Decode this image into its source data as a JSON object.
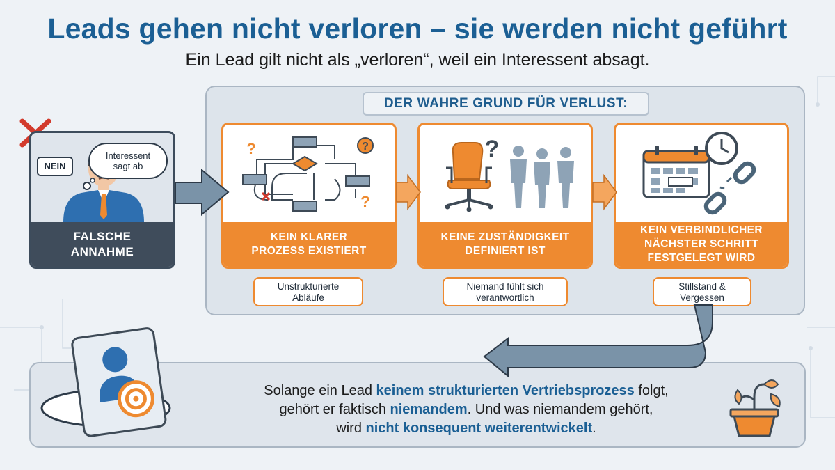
{
  "title": "Leads gehen nicht verloren – sie werden nicht geführt",
  "subtitle": "Ein Lead gilt nicht als „verloren“, weil ein Interessent absagt.",
  "assumption": {
    "nein": "NEIN",
    "thought_line1": "Interessent",
    "thought_line2": "sagt ab",
    "label_line1": "FALSCHE",
    "label_line2": "ANNAHME"
  },
  "reason_header": "DER WAHRE GRUND FÜR VERLUST:",
  "steps": [
    {
      "label_line1": "KEIN KLARER",
      "label_line2": "PROZESS EXISTIERT",
      "label_line3": "",
      "note_line1": "Unstrukturierte",
      "note_line2": "Abläufe"
    },
    {
      "label_line1": "KEINE ZUSTÄNDIGKEIT",
      "label_line2": "DEFINIERT IST",
      "label_line3": "",
      "note_line1": "Niemand fühlt sich",
      "note_line2": "verantwortlich"
    },
    {
      "label_line1": "KEIN VERBINDLICHER",
      "label_line2": "NÄCHSTER SCHRITT",
      "label_line3": "FESTGELEGT WIRD",
      "note_line1": "Stillstand &",
      "note_line2": "Vergessen"
    }
  ],
  "summary": {
    "p1": "Solange ein Lead ",
    "h1": "keinem strukturierten Vertriebsprozess",
    "p2": " folgt,",
    "p3": "gehört er faktisch ",
    "h2": "niemandem",
    "p4": ". Und was niemandem gehört,",
    "p5": "wird ",
    "h3": "nicht konsequent weiterentwickelt",
    "p6": "."
  },
  "colors": {
    "accent_blue": "#1b5f94",
    "accent_orange": "#ee8a30",
    "dark_slate": "#3f4c5b",
    "arrow_slate": "#7a93a8",
    "error_red": "#d23a2c"
  },
  "icons": [
    "x-mark-icon",
    "person-icon",
    "flowchart-icon",
    "question-icon",
    "office-chair-icon",
    "people-silhouette-icon",
    "calendar-icon",
    "clock-icon",
    "broken-chain-icon",
    "id-card-icon",
    "target-icon",
    "wilted-plant-icon"
  ]
}
